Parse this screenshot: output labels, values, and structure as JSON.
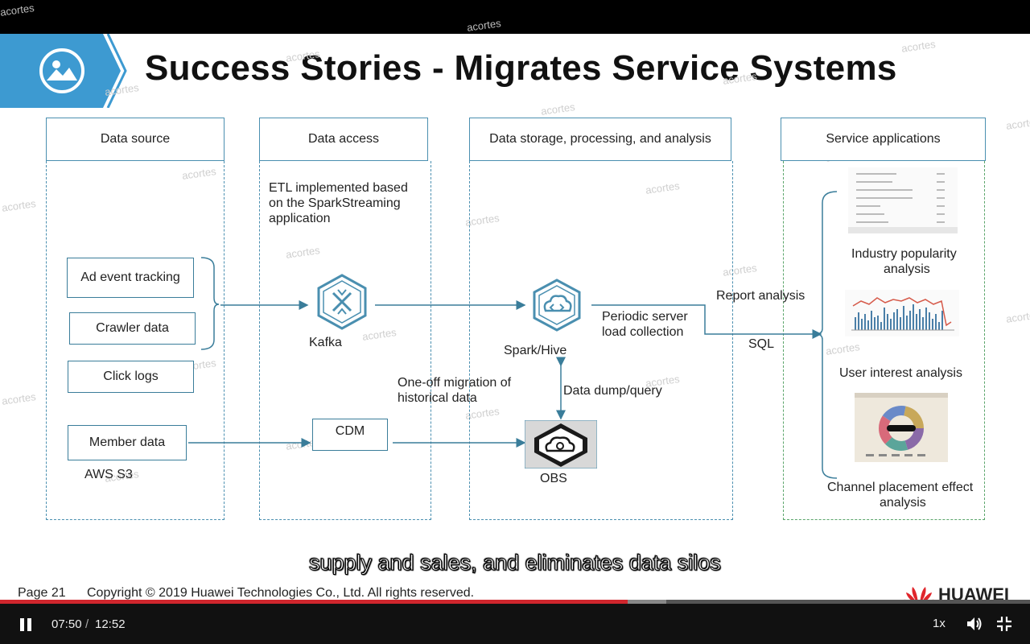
{
  "watermark": "acortes",
  "slide": {
    "title": "Success Stories - Migrates Service Systems",
    "columns": {
      "source": "Data source",
      "access": "Data access",
      "storage": "Data storage, processing, and analysis",
      "apps": "Service applications"
    },
    "sources": {
      "ad": "Ad event tracking",
      "crawler": "Crawler data",
      "click": "Click logs",
      "member": "Member data",
      "aws": "AWS S3"
    },
    "access": {
      "etl_line1": "ETL implemented based",
      "etl_line2": "on the SparkStreaming",
      "etl_line3": "application",
      "kafka": "Kafka",
      "cdm": "CDM"
    },
    "storage": {
      "spark": "Spark/Hive",
      "obs": "OBS",
      "periodic_line1": "Periodic server",
      "periodic_line2": "load collection",
      "oneoff_line1": "One-off migration of",
      "oneoff_line2": "historical data",
      "dump": "Data dump/query"
    },
    "flow": {
      "report": "Report analysis",
      "sql": "SQL"
    },
    "apps": {
      "industry_line1": "Industry popularity",
      "industry_line2": "analysis",
      "interest": "User interest analysis",
      "channel_line1": "Channel placement effect",
      "channel_line2": "analysis"
    },
    "subtitle": "supply and sales, and eliminates data silos",
    "footer": {
      "page": "Page 21",
      "copyright": "Copyright © 2019 Huawei Technologies Co., Ltd. All rights reserved.",
      "brand": "HUAWEI"
    }
  },
  "player": {
    "current_time": "07:50",
    "separator": "/",
    "duration": "12:52",
    "speed": "1x",
    "progress_fraction": 0.609,
    "buffered_fraction": 0.647,
    "icons": [
      "pause-icon",
      "volume-icon",
      "exit-fullscreen-icon"
    ]
  },
  "colors": {
    "accent_blue": "#4a8fb0",
    "banner_blue": "#3d9ad1",
    "progress_red": "#d0262d",
    "huawei_red": "#e0252b"
  }
}
